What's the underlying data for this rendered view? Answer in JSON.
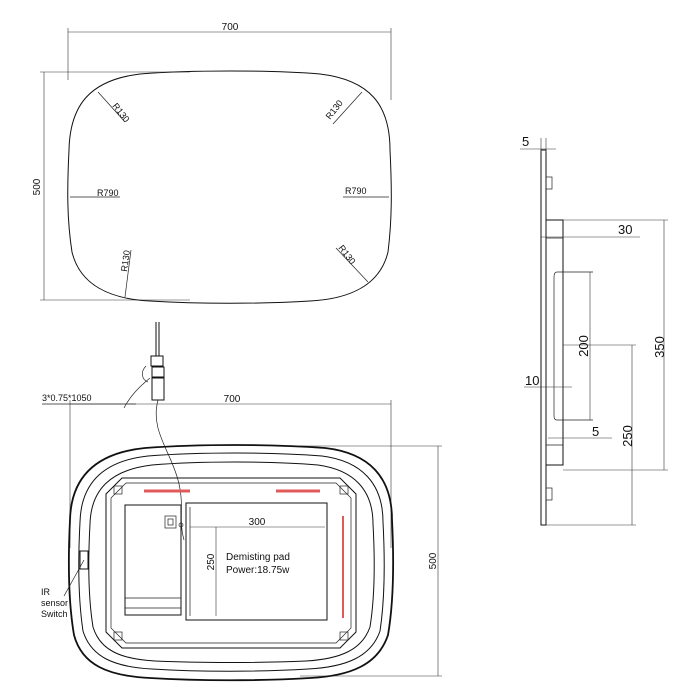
{
  "top_view": {
    "width_label": "700",
    "height_label": "500",
    "radii": {
      "top_left": "R130",
      "top_right": "R130",
      "bottom_left": "R130",
      "bottom_right": "R130",
      "left_side": "R790",
      "right_side": "R790"
    }
  },
  "side_view": {
    "top_thickness": "5",
    "depth": "30",
    "offset": "10",
    "pad_height": "200",
    "overall": "350",
    "lower_gap": "5",
    "lower_height": "250"
  },
  "back_view": {
    "cable_label": "3*0.75*1050",
    "width_label": "700",
    "height_label": "500",
    "pad_width": "300",
    "pad_height": "250",
    "pad_title": "Demisting pad",
    "pad_power": "Power:18.75w",
    "sensor_line1": "IR",
    "sensor_line2": "sensor",
    "sensor_line3": "Switch"
  }
}
